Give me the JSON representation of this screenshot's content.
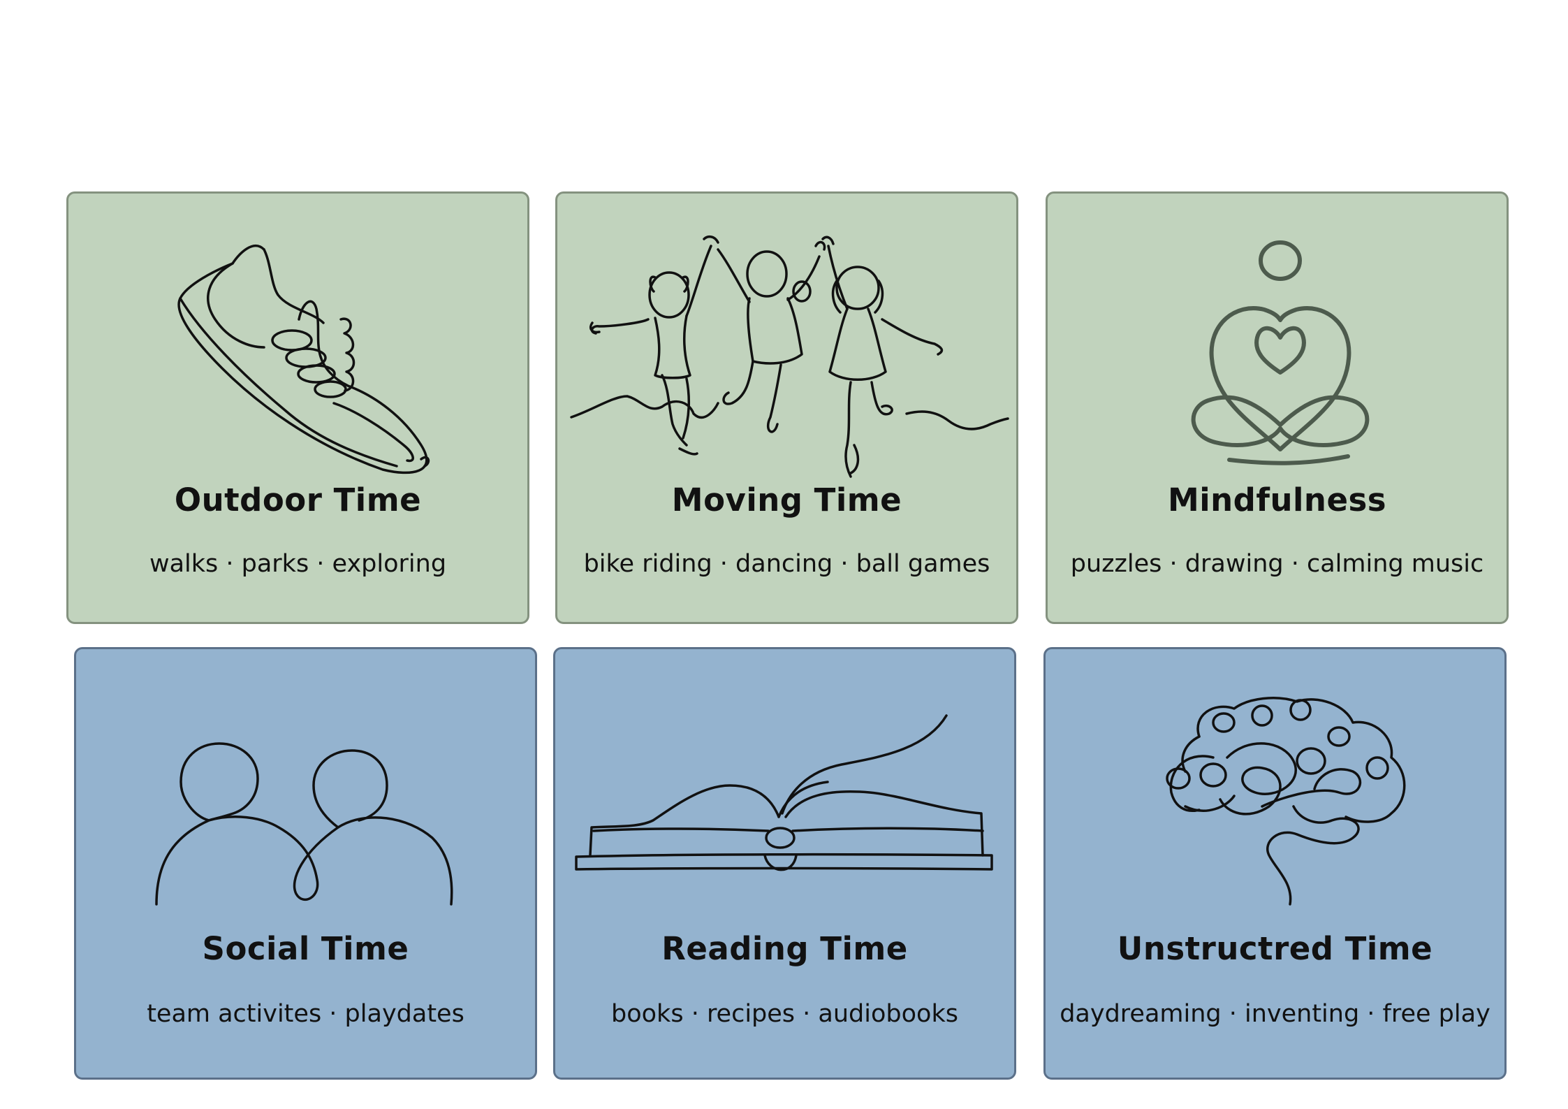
{
  "cards": [
    {
      "title": "Outdoor Time",
      "subtitle": "walks · parks · exploring",
      "icon": "running-shoe-icon",
      "color": "#c1d3bd"
    },
    {
      "title": "Moving Time",
      "subtitle": "bike riding · dancing · ball games",
      "icon": "jumping-children-icon",
      "color": "#c1d3bd"
    },
    {
      "title": "Mindfulness",
      "subtitle": "puzzles · drawing · calming music",
      "icon": "meditating-figure-icon",
      "color": "#c1d3bd"
    },
    {
      "title": "Social Time",
      "subtitle": "team activites · playdates",
      "icon": "two-people-icon",
      "color": "#94b3cf"
    },
    {
      "title": "Reading Time",
      "subtitle": "books · recipes · audiobooks",
      "icon": "open-book-icon",
      "color": "#94b3cf"
    },
    {
      "title": "Unstructred Time",
      "subtitle": "daydreaming · inventing · free play",
      "icon": "brain-icon",
      "color": "#94b3cf"
    }
  ]
}
